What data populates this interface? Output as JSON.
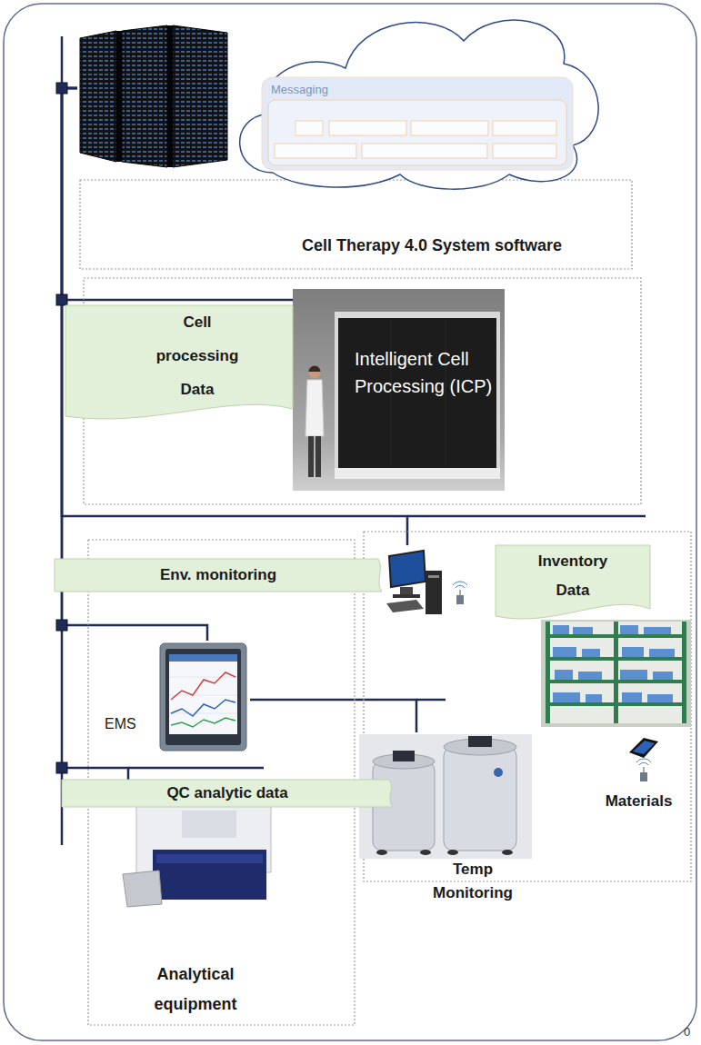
{
  "diagram": {
    "nodes": [
      {
        "text": [
          "Cell Therapy 4.0 System software"
        ]
      },
      {
        "text": [
          "Cell processing Data"
        ]
      },
      {
        "text": [
          "Intelligent Cell Processing (ICP)"
        ]
      },
      {
        "text": [
          "Env. monitoring"
        ]
      },
      {
        "text": [
          "Inventory Data"
        ]
      },
      {
        "text": [
          "EMS"
        ]
      },
      {
        "text": [
          "QC analytic data"
        ]
      },
      {
        "text": [
          "Temp Monitoring"
        ]
      },
      {
        "text": [
          "Materials"
        ]
      },
      {
        "text": [
          "Analytical equipment"
        ]
      }
    ],
    "edges": [
      {
        "from": 0,
        "to": 2,
        "arrow": "none"
      },
      {
        "from": 0,
        "to": 5,
        "arrow": "none"
      },
      {
        "from": 0,
        "to": 6,
        "arrow": "none"
      },
      {
        "from": 0,
        "to": 4,
        "arrow": "none"
      },
      {
        "from": 5,
        "to": 7,
        "arrow": "none"
      }
    ],
    "labels": [
      "Messaging",
      "0"
    ]
  }
}
